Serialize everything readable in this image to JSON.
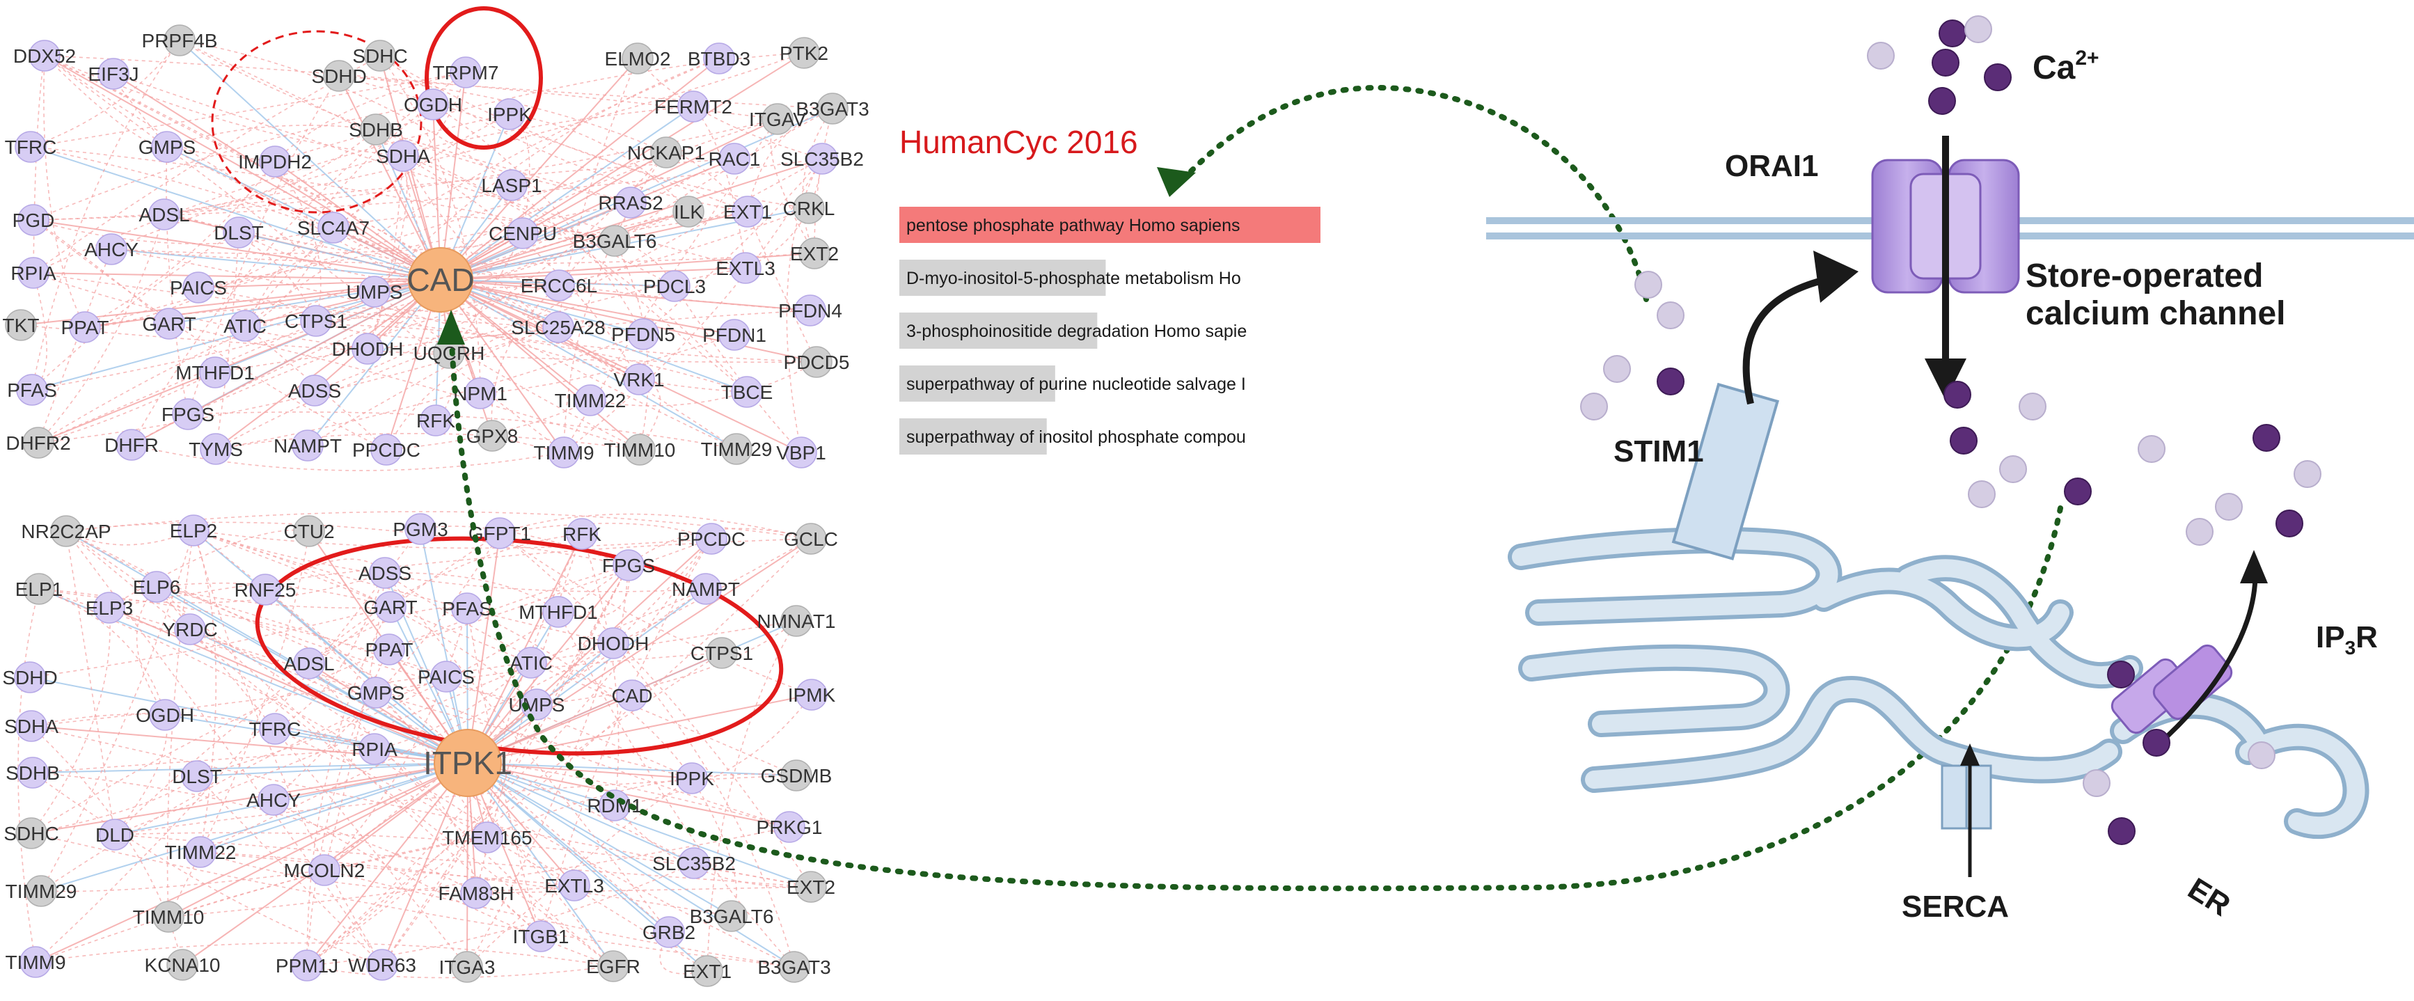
{
  "colors": {
    "node_purple": "#d7cdf4",
    "node_purple_stroke": "#b6a8e6",
    "node_gray": "#cfcfcf",
    "node_gray_stroke": "#b0b0b0",
    "hub": "#f7b47c",
    "edge_red": "#f4a3a3",
    "edge_blue": "#9fc6ea",
    "highlight": "#e21b1b",
    "arrow_green": "#1c5a1c",
    "bar_red": "#f47a7a",
    "bar_gray": "#d3d3d3",
    "title_red": "#d7191c",
    "channel": "#b79be0",
    "membrane": "#a9c4dc",
    "ion_dark": "#5b2d77",
    "ion_light": "#d5cde3"
  },
  "network_top": {
    "hub": "CAD",
    "nodes": [
      {
        "label": "DDX52",
        "kind": "purple"
      },
      {
        "label": "PRPF4B",
        "kind": "gray"
      },
      {
        "label": "EIF3J",
        "kind": "purple"
      },
      {
        "label": "SDHC",
        "kind": "gray"
      },
      {
        "label": "SDHD",
        "kind": "gray"
      },
      {
        "label": "TRPM7",
        "kind": "purple"
      },
      {
        "label": "OGDH",
        "kind": "purple"
      },
      {
        "label": "IPPK",
        "kind": "purple"
      },
      {
        "label": "SDHB",
        "kind": "gray"
      },
      {
        "label": "SDHA",
        "kind": "purple"
      },
      {
        "label": "IMPDH2",
        "kind": "purple"
      },
      {
        "label": "TFRC",
        "kind": "purple"
      },
      {
        "label": "GMPS",
        "kind": "purple"
      },
      {
        "label": "ELMO2",
        "kind": "gray"
      },
      {
        "label": "BTBD3",
        "kind": "purple"
      },
      {
        "label": "PTK2",
        "kind": "gray"
      },
      {
        "label": "FERMT2",
        "kind": "purple"
      },
      {
        "label": "ITGAV",
        "kind": "gray"
      },
      {
        "label": "B3GAT3",
        "kind": "gray"
      },
      {
        "label": "NCKAP1",
        "kind": "gray"
      },
      {
        "label": "RAC1",
        "kind": "purple"
      },
      {
        "label": "SLC35B2",
        "kind": "purple"
      },
      {
        "label": "LASP1",
        "kind": "purple"
      },
      {
        "label": "RRAS2",
        "kind": "purple"
      },
      {
        "label": "ILK",
        "kind": "gray"
      },
      {
        "label": "EXT1",
        "kind": "purple"
      },
      {
        "label": "CRKL",
        "kind": "gray"
      },
      {
        "label": "PGD",
        "kind": "purple"
      },
      {
        "label": "ADSL",
        "kind": "purple"
      },
      {
        "label": "AHCY",
        "kind": "purple"
      },
      {
        "label": "DLST",
        "kind": "purple"
      },
      {
        "label": "SLC4A7",
        "kind": "purple"
      },
      {
        "label": "CENPU",
        "kind": "purple"
      },
      {
        "label": "B3GALT6",
        "kind": "gray"
      },
      {
        "label": "EXT2",
        "kind": "gray"
      },
      {
        "label": "RPIA",
        "kind": "purple"
      },
      {
        "label": "PAICS",
        "kind": "purple"
      },
      {
        "label": "UMPS",
        "kind": "purple"
      },
      {
        "label": "ERCC6L",
        "kind": "purple"
      },
      {
        "label": "PDCL3",
        "kind": "purple"
      },
      {
        "label": "EXTL3",
        "kind": "purple"
      },
      {
        "label": "TKT",
        "kind": "gray"
      },
      {
        "label": "PPAT",
        "kind": "purple"
      },
      {
        "label": "GART",
        "kind": "purple"
      },
      {
        "label": "ATIC",
        "kind": "purple"
      },
      {
        "label": "CTPS1",
        "kind": "purple"
      },
      {
        "label": "PFDN4",
        "kind": "purple"
      },
      {
        "label": "SLC25A28",
        "kind": "purple"
      },
      {
        "label": "PFDN5",
        "kind": "purple"
      },
      {
        "label": "PFDN1",
        "kind": "purple"
      },
      {
        "label": "PFAS",
        "kind": "purple"
      },
      {
        "label": "MTHFD1",
        "kind": "purple"
      },
      {
        "label": "DHODH",
        "kind": "purple"
      },
      {
        "label": "UQCRH",
        "kind": "gray"
      },
      {
        "label": "PDCD5",
        "kind": "gray"
      },
      {
        "label": "ADSS",
        "kind": "purple"
      },
      {
        "label": "NPM1",
        "kind": "purple"
      },
      {
        "label": "VRK1",
        "kind": "purple"
      },
      {
        "label": "TBCE",
        "kind": "purple"
      },
      {
        "label": "FPGS",
        "kind": "purple"
      },
      {
        "label": "RFK",
        "kind": "purple"
      },
      {
        "label": "TIMM22",
        "kind": "purple"
      },
      {
        "label": "DHFR2",
        "kind": "gray"
      },
      {
        "label": "DHFR",
        "kind": "purple"
      },
      {
        "label": "TYMS",
        "kind": "purple"
      },
      {
        "label": "NAMPT",
        "kind": "purple"
      },
      {
        "label": "PPCDC",
        "kind": "purple"
      },
      {
        "label": "GPX8",
        "kind": "gray"
      },
      {
        "label": "TIMM9",
        "kind": "purple"
      },
      {
        "label": "TIMM10",
        "kind": "gray"
      },
      {
        "label": "TIMM29",
        "kind": "gray"
      },
      {
        "label": "VBP1",
        "kind": "purple"
      }
    ]
  },
  "network_bottom": {
    "hub": "ITPK1",
    "nodes": [
      {
        "label": "NR2C2AP",
        "kind": "gray"
      },
      {
        "label": "ELP2",
        "kind": "purple"
      },
      {
        "label": "CTU2",
        "kind": "gray"
      },
      {
        "label": "PGM3",
        "kind": "purple"
      },
      {
        "label": "GFPT1",
        "kind": "purple"
      },
      {
        "label": "RFK",
        "kind": "purple"
      },
      {
        "label": "PPCDC",
        "kind": "purple"
      },
      {
        "label": "GCLC",
        "kind": "gray"
      },
      {
        "label": "ELP1",
        "kind": "gray"
      },
      {
        "label": "ELP6",
        "kind": "purple"
      },
      {
        "label": "RNF25",
        "kind": "purple"
      },
      {
        "label": "ADSS",
        "kind": "purple"
      },
      {
        "label": "FPGS",
        "kind": "purple"
      },
      {
        "label": "NAMPT",
        "kind": "purple"
      },
      {
        "label": "ELP3",
        "kind": "purple"
      },
      {
        "label": "GART",
        "kind": "purple"
      },
      {
        "label": "PFAS",
        "kind": "purple"
      },
      {
        "label": "MTHFD1",
        "kind": "purple"
      },
      {
        "label": "NMNAT1",
        "kind": "gray"
      },
      {
        "label": "YRDC",
        "kind": "purple"
      },
      {
        "label": "PPAT",
        "kind": "purple"
      },
      {
        "label": "DHODH",
        "kind": "purple"
      },
      {
        "label": "CTPS1",
        "kind": "gray"
      },
      {
        "label": "ADSL",
        "kind": "purple"
      },
      {
        "label": "PAICS",
        "kind": "purple"
      },
      {
        "label": "ATIC",
        "kind": "purple"
      },
      {
        "label": "SDHD",
        "kind": "purple"
      },
      {
        "label": "GMPS",
        "kind": "purple"
      },
      {
        "label": "CAD",
        "kind": "purple"
      },
      {
        "label": "IPMK",
        "kind": "purple"
      },
      {
        "label": "UMPS",
        "kind": "purple"
      },
      {
        "label": "SDHA",
        "kind": "purple"
      },
      {
        "label": "OGDH",
        "kind": "purple"
      },
      {
        "label": "TFRC",
        "kind": "purple"
      },
      {
        "label": "RPIA",
        "kind": "purple"
      },
      {
        "label": "SDHB",
        "kind": "purple"
      },
      {
        "label": "DLST",
        "kind": "purple"
      },
      {
        "label": "IPPK",
        "kind": "purple"
      },
      {
        "label": "GSDMB",
        "kind": "gray"
      },
      {
        "label": "AHCY",
        "kind": "purple"
      },
      {
        "label": "RDM1",
        "kind": "purple"
      },
      {
        "label": "SDHC",
        "kind": "gray"
      },
      {
        "label": "DLD",
        "kind": "purple"
      },
      {
        "label": "PRKG1",
        "kind": "purple"
      },
      {
        "label": "TIMM22",
        "kind": "purple"
      },
      {
        "label": "TMEM165",
        "kind": "purple"
      },
      {
        "label": "SLC35B2",
        "kind": "purple"
      },
      {
        "label": "MCOLN2",
        "kind": "purple"
      },
      {
        "label": "EXTL3",
        "kind": "purple"
      },
      {
        "label": "EXT2",
        "kind": "gray"
      },
      {
        "label": "TIMM29",
        "kind": "gray"
      },
      {
        "label": "FAM83H",
        "kind": "purple"
      },
      {
        "label": "B3GALT6",
        "kind": "gray"
      },
      {
        "label": "TIMM10",
        "kind": "gray"
      },
      {
        "label": "GRB2",
        "kind": "purple"
      },
      {
        "label": "ITGB1",
        "kind": "purple"
      },
      {
        "label": "TIMM9",
        "kind": "purple"
      },
      {
        "label": "KCNA10",
        "kind": "gray"
      },
      {
        "label": "PPM1J",
        "kind": "purple"
      },
      {
        "label": "WDR63",
        "kind": "purple"
      },
      {
        "label": "ITGA3",
        "kind": "gray"
      },
      {
        "label": "EGFR",
        "kind": "gray"
      },
      {
        "label": "EXT1",
        "kind": "gray"
      },
      {
        "label": "B3GAT3",
        "kind": "gray"
      }
    ]
  },
  "enrichment": {
    "title": "HumanCyc 2016",
    "terms": [
      {
        "label": "pentose phosphate pathway Homo sapiens",
        "score": 1.0,
        "highlight": true
      },
      {
        "label": "D-myo-inositol-5-phosphate metabolism Ho",
        "score": 0.49
      },
      {
        "label": "3-phosphoinositide degradation Homo sapie",
        "score": 0.47
      },
      {
        "label": "superpathway of purine nucleotide salvage I",
        "score": 0.37
      },
      {
        "label": "superpathway of inositol phosphate compou",
        "score": 0.35
      }
    ]
  },
  "biology": {
    "ca_label": "Ca",
    "ca_charge": "2+",
    "orai1": "ORAI1",
    "store_line1": "Store-operated",
    "store_line2": "calcium channel",
    "stim1": "STIM1",
    "ip3r_main": "IP",
    "ip3r_sub": "3",
    "ip3r_end": "R",
    "serca": "SERCA",
    "er": "ER"
  }
}
